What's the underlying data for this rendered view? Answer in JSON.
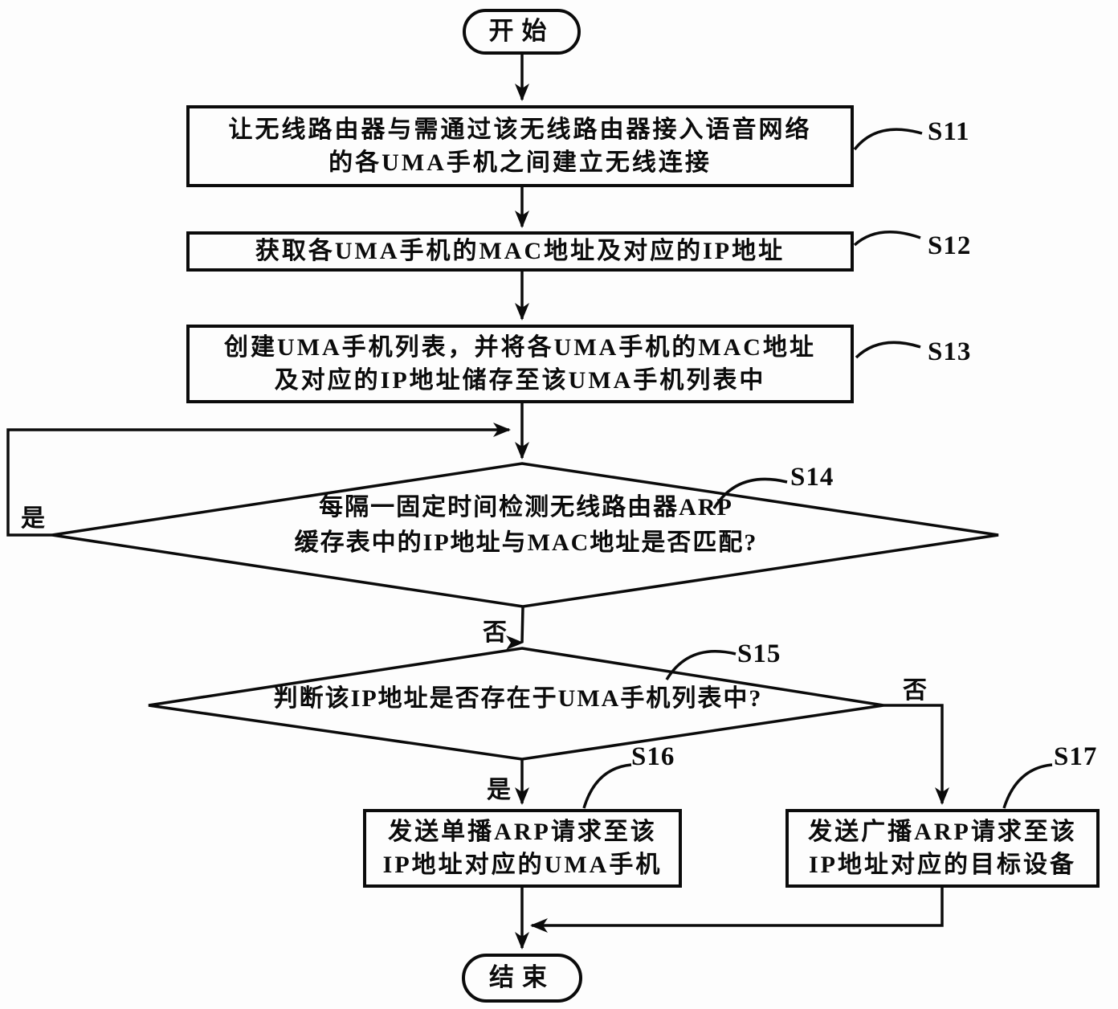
{
  "diagram": {
    "start": {
      "label": "开始"
    },
    "end": {
      "label": "结束"
    },
    "steps": {
      "s11": {
        "tag": "S11",
        "line1": "让无线路由器与需通过该无线路由器接入语音网络",
        "line2": "的各UMA手机之间建立无线连接"
      },
      "s12": {
        "tag": "S12",
        "line1": "获取各UMA手机的MAC地址及对应的IP地址"
      },
      "s13": {
        "tag": "S13",
        "line1": "创建UMA手机列表，并将各UMA手机的MAC地址",
        "line2": "及对应的IP地址储存至该UMA手机列表中"
      },
      "s14": {
        "tag": "S14",
        "line1": "每隔一固定时间检测无线路由器ARP",
        "line2": "缓存表中的IP地址与MAC地址是否匹配?"
      },
      "s15": {
        "tag": "S15",
        "line1": "判断该IP地址是否存在于UMA手机列表中?"
      },
      "s16": {
        "tag": "S16",
        "line1": "发送单播ARP请求至该",
        "line2": "IP地址对应的UMA手机"
      },
      "s17": {
        "tag": "S17",
        "line1": "发送广播ARP请求至该",
        "line2": "IP地址对应的目标设备"
      }
    },
    "branch_labels": {
      "s14_yes": "是",
      "s14_no": "否",
      "s15_yes": "是",
      "s15_no": "否"
    },
    "line_color": "#0b0b0b",
    "background": "#fdfdfd"
  }
}
